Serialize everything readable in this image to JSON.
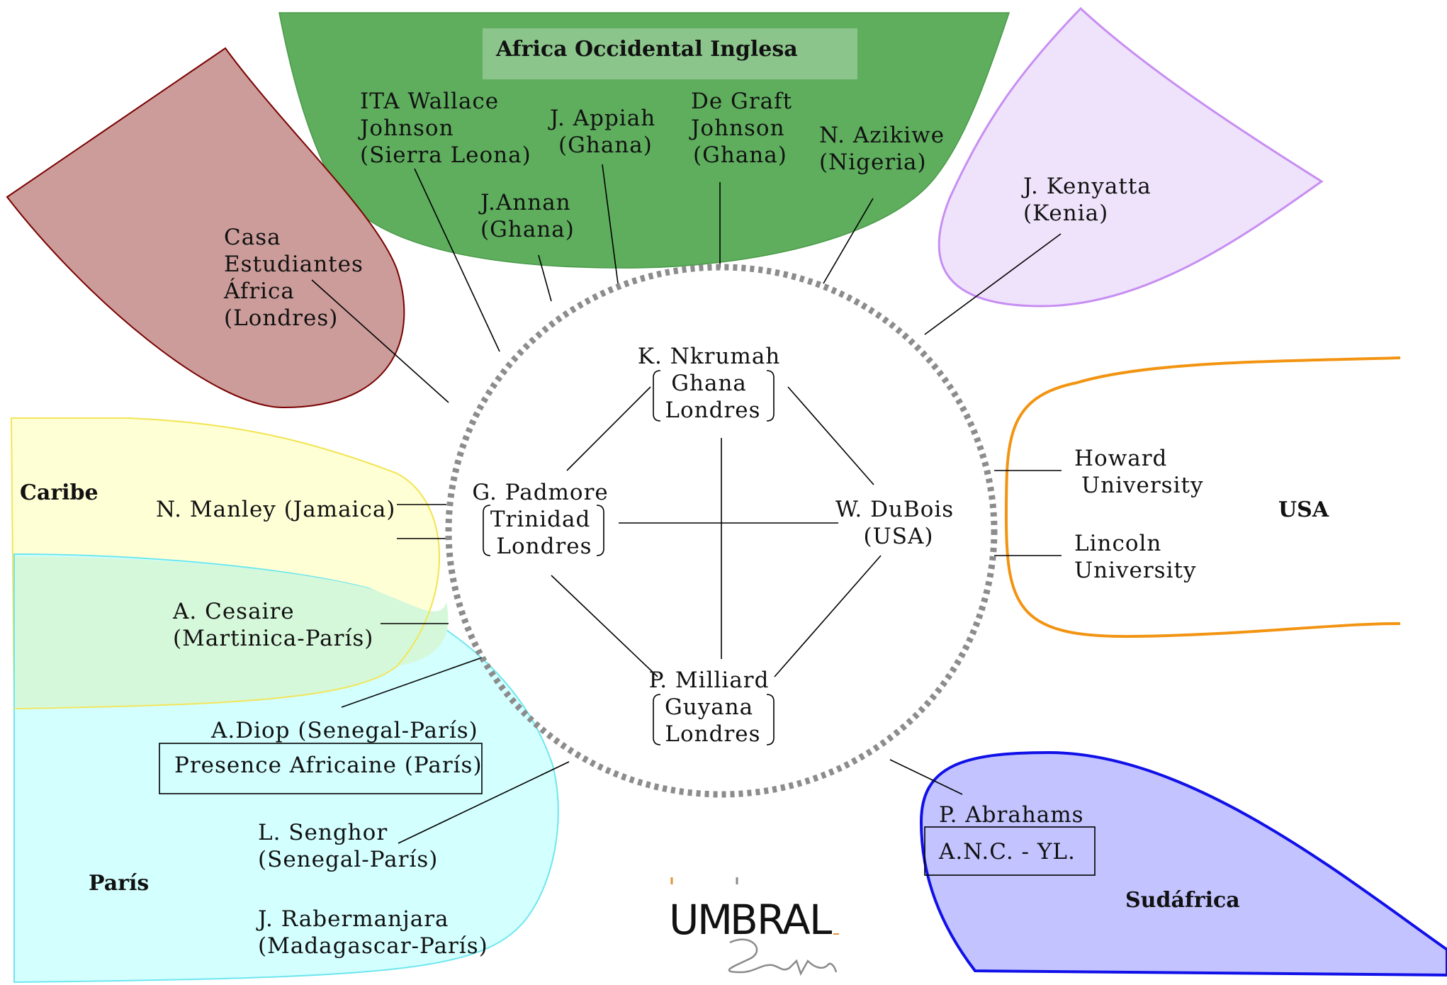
{
  "regions": {
    "africa_occidental": "Africa Occidental Inglesa",
    "caribe": "Caribe",
    "paris": "París",
    "usa": "USA",
    "sudafrica": "Sudáfrica"
  },
  "outer": {
    "wallace": [
      "ITA Wallace",
      "Johnson",
      "(Sierra Leona)"
    ],
    "annan": [
      "J.Annan",
      "(Ghana)"
    ],
    "appiah": [
      "J. Appiah",
      "(Ghana)"
    ],
    "degraft": [
      "De Graft",
      "Johnson",
      "(Ghana)"
    ],
    "azikiwe": [
      "N. Azikiwe",
      "(Nigeria)"
    ],
    "kenyatta": [
      "J. Kenyatta",
      "(Kenia)"
    ],
    "casa": [
      "Casa",
      "Estudiantes",
      "África",
      "(Londres)"
    ],
    "howard": [
      "Howard",
      "University"
    ],
    "lincoln": [
      "Lincoln",
      "University"
    ],
    "manley": "N. Manley (Jamaica)",
    "cesaire": [
      "A. Cesaire",
      "(Martinica-París)"
    ],
    "diop": "A.Diop (Senegal-París)",
    "presence": "Presence Africaine (París)",
    "senghor": [
      "L. Senghor",
      "(Senegal-París)"
    ],
    "rabemanjara": [
      "J. Rabermanjara",
      "(Madagascar-París)"
    ],
    "abrahams": "P. Abrahams",
    "anc": "A.N.C. - YL."
  },
  "center": {
    "nkrumah": [
      "K. Nkrumah",
      "Ghana",
      "Londres"
    ],
    "padmore": [
      "G. Padmore",
      "Trinidad",
      "Londres"
    ],
    "dubois": [
      "W. DuBois",
      "(USA)"
    ],
    "milliard": [
      "P. Milliard",
      "Guyana",
      "Londres"
    ]
  },
  "logo": {
    "letters": [
      "U",
      "M",
      "B",
      "R",
      "A",
      "L"
    ]
  },
  "colors": {
    "green": "#5eae5e",
    "green_title": "#8cc58c",
    "rose": "#cb9c9a",
    "rose_stroke": "#7a0000",
    "lavender": "#efe3fc",
    "lavender_stroke": "#c78ef2",
    "yellow": "#ffffd6",
    "yellow_stroke": "#f2e55a",
    "mint": "#d6f8da",
    "cyan": "#d3ffff",
    "cyan_stroke": "#6ee7ee",
    "orange": "#f29411",
    "blue": "#c3c3ff",
    "blue_stroke": "#1010e8",
    "ring": "#8c8c8c"
  }
}
